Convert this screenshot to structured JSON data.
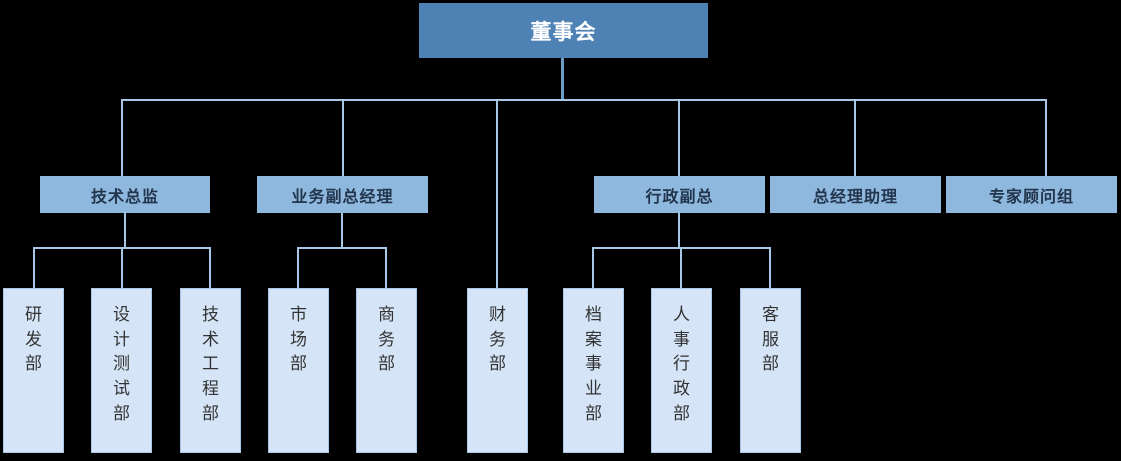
{
  "diagram": {
    "type": "organization-chart",
    "title_node": "董事会",
    "colors": {
      "background": "#000000",
      "root_fill": "#4e82b4",
      "root_text": "#ffffff",
      "level2_fill": "#8fb8de",
      "level2_text": "#22354c",
      "leaf_fill": "#d5e5f7",
      "leaf_border": "#a8c6e6",
      "leaf_text": "#333333",
      "connector": "#a8c6e6"
    },
    "nodes": {
      "root": {
        "label": "董事会"
      },
      "level2": [
        {
          "id": "tech-director",
          "label": "技术总监"
        },
        {
          "id": "business-vp",
          "label": "业务副总经理"
        },
        {
          "id": "admin-vp",
          "label": "行政副总"
        },
        {
          "id": "gm-assistant",
          "label": "总经理助理"
        },
        {
          "id": "expert-group",
          "label": "专家顾问组"
        }
      ],
      "leaves": [
        {
          "id": "rd-dept",
          "label": "研发部",
          "parent": "tech-director"
        },
        {
          "id": "design-test-dept",
          "label": "设计测试部",
          "parent": "tech-director"
        },
        {
          "id": "tech-eng-dept",
          "label": "技术工程部",
          "parent": "tech-director"
        },
        {
          "id": "market-dept",
          "label": "市场部",
          "parent": "business-vp"
        },
        {
          "id": "business-dept",
          "label": "商务部",
          "parent": "business-vp"
        },
        {
          "id": "finance-dept",
          "label": "财务部",
          "parent": "root"
        },
        {
          "id": "archive-dept",
          "label": "档案事业部",
          "parent": "admin-vp"
        },
        {
          "id": "hr-admin-dept",
          "label": "人事行政部",
          "parent": "admin-vp"
        },
        {
          "id": "service-dept",
          "label": "客服部",
          "parent": "admin-vp"
        }
      ]
    }
  }
}
